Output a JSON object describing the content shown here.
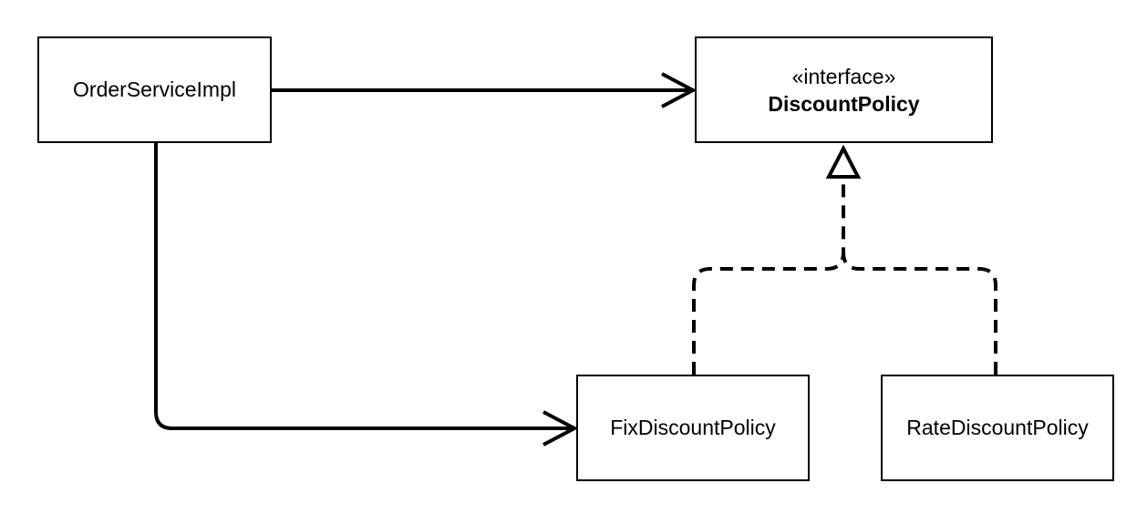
{
  "diagram": {
    "classes": {
      "order_service": {
        "name": "OrderServiceImpl"
      },
      "discount_policy": {
        "stereotype": "«interface»",
        "name": "DiscountPolicy"
      },
      "fix_policy": {
        "name": "FixDiscountPolicy"
      },
      "rate_policy": {
        "name": "RateDiscountPolicy"
      }
    },
    "relations": [
      {
        "from": "OrderServiceImpl",
        "to": "DiscountPolicy",
        "kind": "association"
      },
      {
        "from": "OrderServiceImpl",
        "to": "FixDiscountPolicy",
        "kind": "association"
      },
      {
        "from": "FixDiscountPolicy",
        "to": "DiscountPolicy",
        "kind": "realization"
      },
      {
        "from": "RateDiscountPolicy",
        "to": "DiscountPolicy",
        "kind": "realization"
      }
    ],
    "line_color": "#000000",
    "box_fill": "#ffffff"
  }
}
